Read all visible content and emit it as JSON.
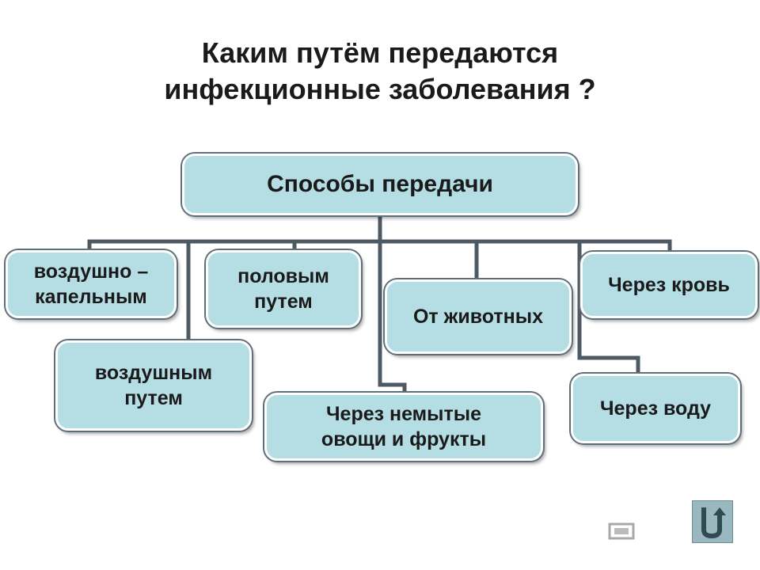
{
  "title": {
    "line1": "Каким путём передаются",
    "line2": "инфекционные заболевания ?"
  },
  "root": {
    "label": "Способы передачи"
  },
  "nodes": [
    {
      "label": "воздушно –\nкапельным"
    },
    {
      "label": "половым\nпутем"
    },
    {
      "label": "От животных"
    },
    {
      "label": "Через кровь"
    },
    {
      "label": "воздушным\nпутем"
    },
    {
      "label": "Через немытые\nовощи и фрукты"
    },
    {
      "label": "Через воду"
    }
  ],
  "colors": {
    "node_fill": "#b4dde4",
    "connector": "#4d5a63"
  },
  "icons": {
    "nav": "return-arrow-icon",
    "watermark": "MyShared"
  }
}
